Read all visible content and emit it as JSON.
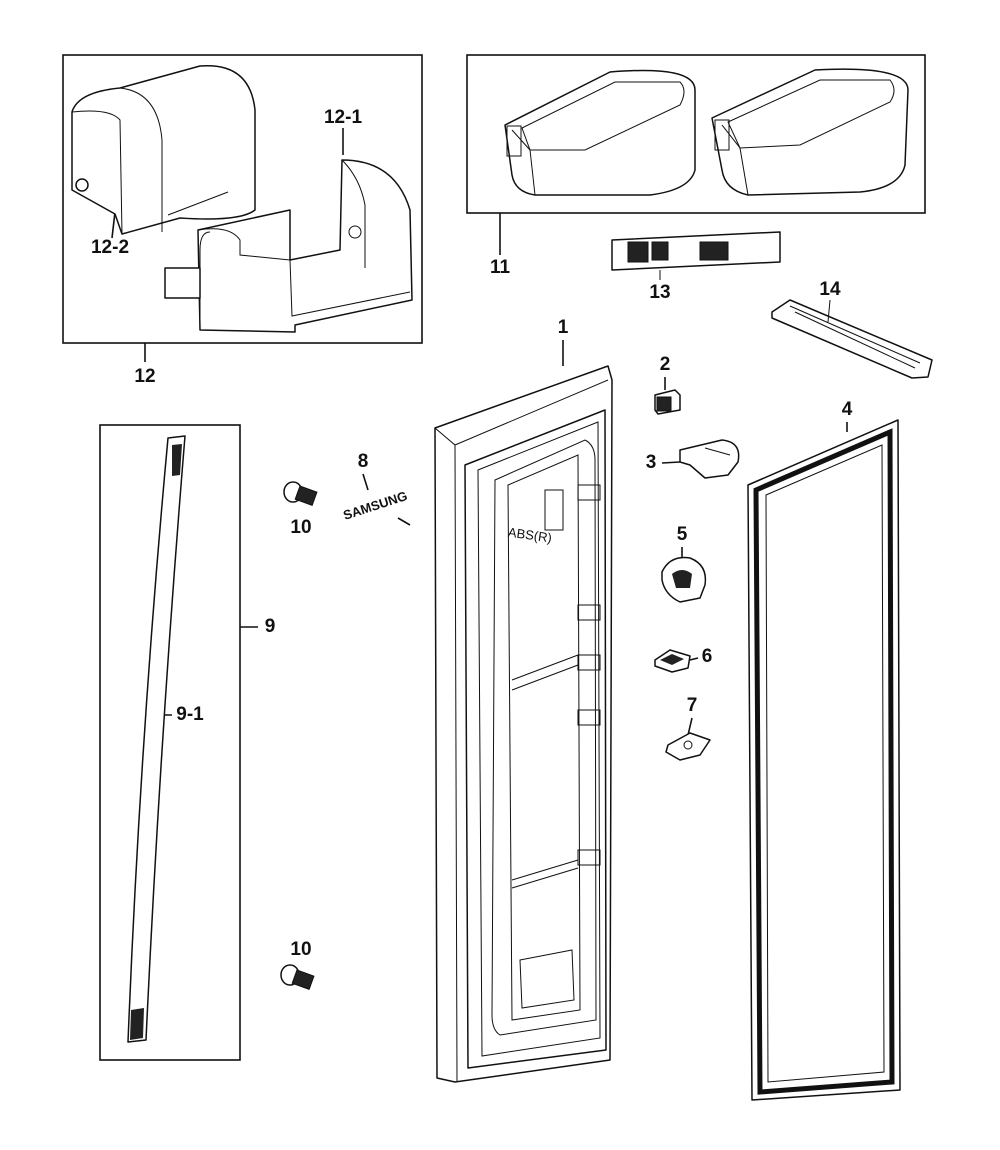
{
  "title": "Refrigerator door exploded parts diagram",
  "labels": {
    "p1": "1",
    "p2": "2",
    "p3": "3",
    "p4": "4",
    "p5": "5",
    "p6": "6",
    "p7": "7",
    "p8": "8",
    "p9": "9",
    "p9_1": "9-1",
    "p10a": "10",
    "p10b": "10",
    "p11": "11",
    "p12": "12",
    "p12_1": "12-1",
    "p12_2": "12-2",
    "p13": "13",
    "p14": "14"
  },
  "part_markings": {
    "door_liner_text": "ABS(R)",
    "emblem_text": "SAMSUNG"
  }
}
